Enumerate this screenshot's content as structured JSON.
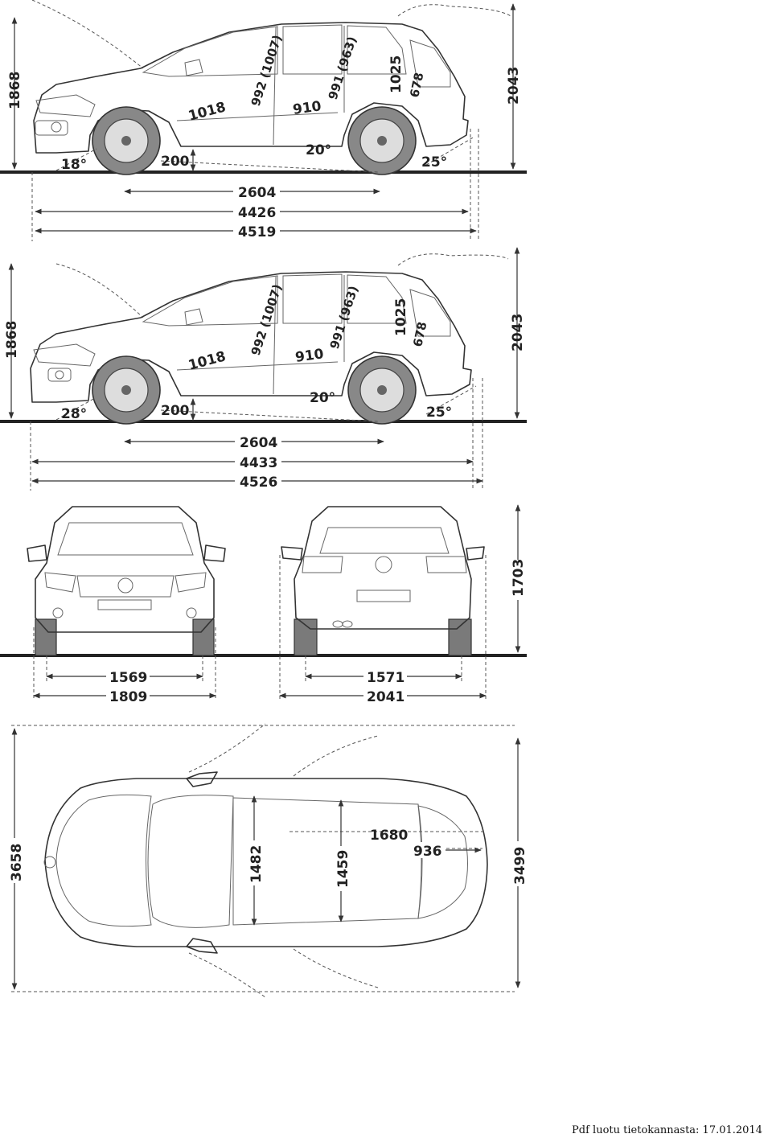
{
  "side_view_1": {
    "height": "1868",
    "total_height": "2043",
    "approach_angle": "18°",
    "ground_clearance": "200",
    "ramp_angle": "20°",
    "departure_angle": "25°",
    "front_legroom": "1018",
    "front_headroom": "992 (1007)",
    "rear_legroom": "910",
    "rear_headroom": "991 (963)",
    "tailgate_height": "1025",
    "load_sill": "678",
    "wheelbase": "2604",
    "length": "4426",
    "length_towbar": "4519"
  },
  "side_view_2": {
    "height": "1868",
    "total_height": "2043",
    "approach_angle": "28°",
    "ground_clearance": "200",
    "ramp_angle": "20°",
    "departure_angle": "25°",
    "front_legroom": "1018",
    "front_headroom": "992 (1007)",
    "rear_legroom": "910",
    "rear_headroom": "991 (963)",
    "tailgate_height": "1025",
    "load_sill": "678",
    "wheelbase": "2604",
    "length": "4433",
    "length_towbar": "4526"
  },
  "front_view": {
    "track": "1569",
    "width": "1809"
  },
  "rear_view": {
    "track": "1571",
    "width_mirrors": "2041",
    "height": "1703"
  },
  "top_view": {
    "interior_length": "3658",
    "front_shoulder": "1482",
    "rear_shoulder": "1459",
    "load_length": "1680",
    "load_width": "936",
    "overall_length": "3499"
  },
  "footer": "Pdf luotu tietokannasta: 17.01.2014"
}
